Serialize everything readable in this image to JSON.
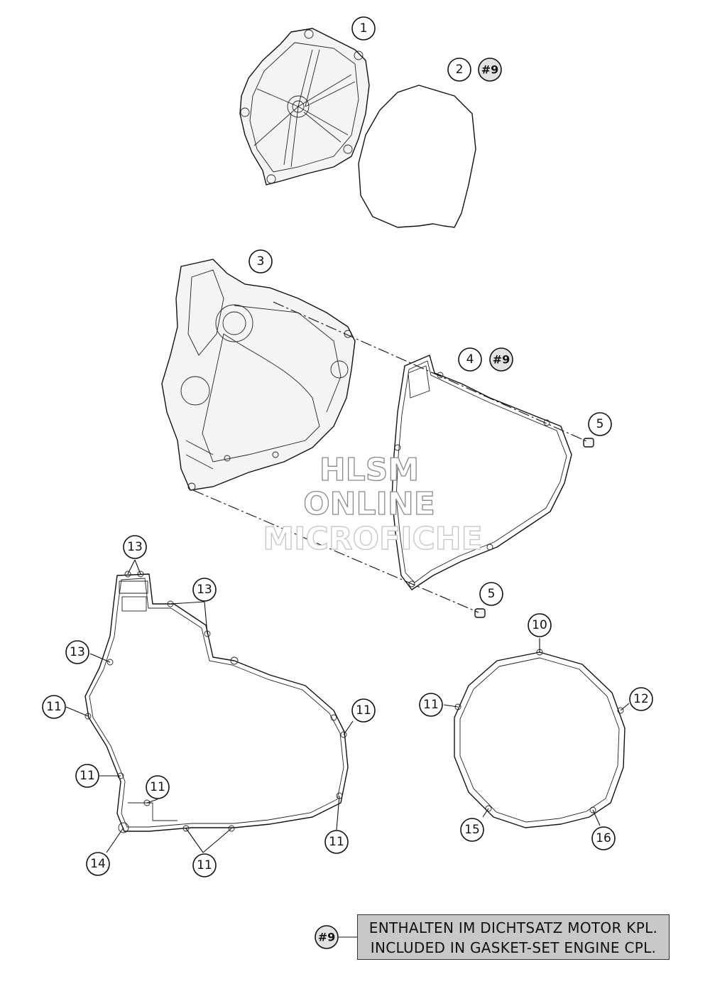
{
  "watermark": {
    "line1": "HLSM",
    "line2": "ONLINE",
    "line3": "MICROFICHE"
  },
  "callouts": {
    "c1": "1",
    "c2": "2",
    "c2_ref": "#9",
    "c3": "3",
    "c4": "4",
    "c4_ref": "#9",
    "c5a": "5",
    "c5b": "5",
    "c10": "10",
    "c11_right": "11",
    "c12": "12",
    "c15": "15",
    "c16": "16",
    "c13_top": "13",
    "c13_mid": "13",
    "c13_left": "13",
    "c11_a": "11",
    "c11_b": "11",
    "c11_c": "11",
    "c11_d": "11",
    "c11_e": "11",
    "c11_f": "11",
    "c14": "14"
  },
  "legend": {
    "symbol": "#9",
    "line1": "ENTHALTEN IM DICHTSATZ MOTOR KPL.",
    "line2": "INCLUDED IN GASKET-SET ENGINE CPL."
  }
}
